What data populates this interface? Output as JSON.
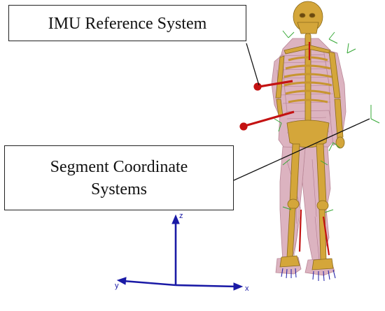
{
  "labels": {
    "imu": "IMU Reference System",
    "segment_line1": "Segment Coordinate",
    "segment_line2": "Systems"
  },
  "axes": {
    "z": "z",
    "x": "x",
    "y": "y"
  },
  "colors": {
    "bone": "#d4a63a",
    "muscle": "#dcb3c0",
    "imu_arrow": "#c41212",
    "global_axes": "#1a1aa6",
    "segment_axes": "#36a836",
    "leader_line": "#111111"
  }
}
